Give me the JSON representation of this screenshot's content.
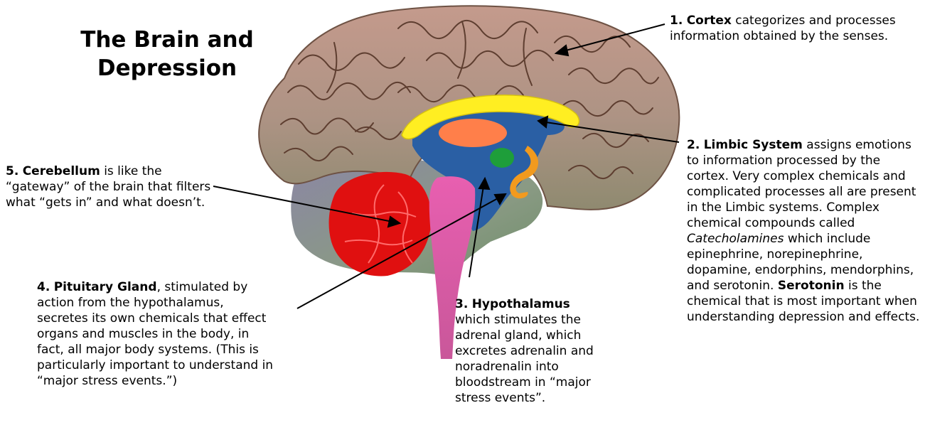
{
  "title": {
    "line1": "The Brain and",
    "line2": "Depression"
  },
  "labels": {
    "cortex": {
      "number": "1.",
      "name": "Cortex",
      "text": " categorizes and processes information obtained by the senses."
    },
    "limbic": {
      "number": "2.",
      "name": "Limbic System",
      "text1": " assigns emotions to information processed by the cortex. Very complex chemicals and complicated processes all are present in the Limbic systems. Complex chemical compounds called ",
      "italic": "Catecholamines",
      "text2": " which include epinephrine, norepinephrine, dopamine, endorphins, mendorphins, and serotonin.  ",
      "bold2": "Serotonin",
      "text3": " is the chemical that is most important when understanding depression and effects."
    },
    "hypothalamus": {
      "number": "3.",
      "name": "Hypothalamus",
      "text": "which stimulates the adrenal gland, which excretes adrenalin and noradrenalin into bloodstream in “major stress events”."
    },
    "pituitary": {
      "number": "4.",
      "name": "Pituitary Gland",
      "text": ", stimulated by action from the hypothalamus, secretes its own chemicals that effect organs and muscles in the body, in fact, all major body systems.  (This is particularly important to understand in “major stress events.”)"
    },
    "cerebellum": {
      "number": "5.",
      "name": "Cerebellum",
      "text": " is like the “gateway” of the brain that filters what “gets in” and what doesn’t."
    }
  },
  "colors": {
    "cortex": "#b49484",
    "gyri_line": "#5e3e30",
    "limbic_yellow": "#ffee22",
    "limbic_blue": "#2a5fa4",
    "thalamus_orange": "#ff7f4a",
    "hypothalamus_green": "#1e9e3a",
    "pituitary_orange": "#f29a1e",
    "cerebellum_red": "#e01010",
    "brainstem_pink": "#e25aa6",
    "arrow": "#000000"
  }
}
